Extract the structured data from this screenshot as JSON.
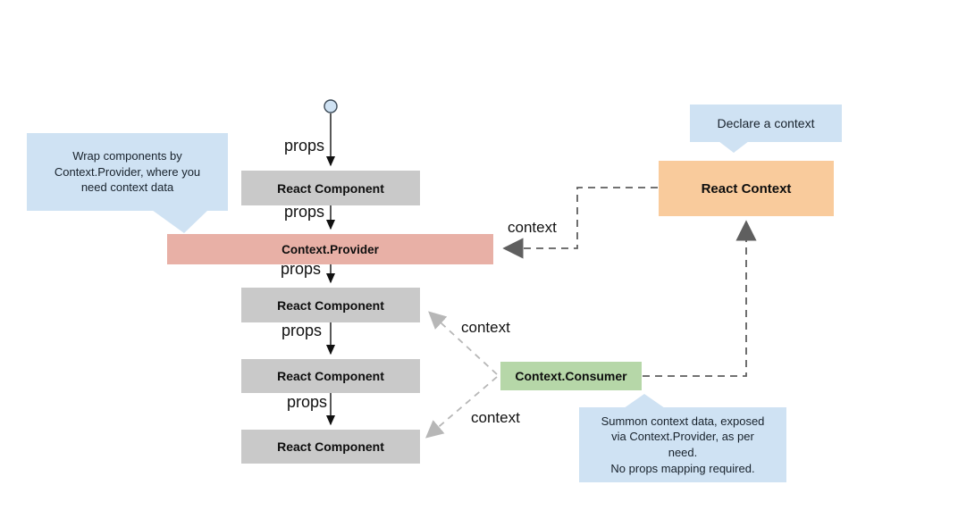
{
  "nodes": {
    "start_node_icon": "circle",
    "component1": {
      "label": "React Component"
    },
    "provider": {
      "label": "Context.Provider"
    },
    "component2": {
      "label": "React Component"
    },
    "component3": {
      "label": "React Component"
    },
    "component4": {
      "label": "React Component"
    },
    "react_context": {
      "label": "React Context"
    },
    "consumer": {
      "label": "Context.Consumer"
    }
  },
  "edge_labels": {
    "props_root": "props",
    "props_to_provider": "props",
    "props_from_provider": "props",
    "props_mid": "props",
    "props_last": "props",
    "context_to_provider": "context",
    "context_to_component2": "context",
    "context_to_component4": "context"
  },
  "callouts": {
    "wrap_note": "Wrap components by\nContext.Provider, where you\nneed context data",
    "declare_note": "Declare a context",
    "summon_note": "Summon context data, exposed\nvia Context.Provider, as per\nneed.\nNo props mapping required."
  },
  "colors": {
    "component_fill": "#c9c9c9",
    "provider_fill": "#e8b0a6",
    "react_context_fill": "#f9cb9c",
    "consumer_fill": "#b6d7a8",
    "callout_fill": "#cfe2f3",
    "dark_connector": "#5f5f5f",
    "light_connector": "#b7b7b7"
  }
}
